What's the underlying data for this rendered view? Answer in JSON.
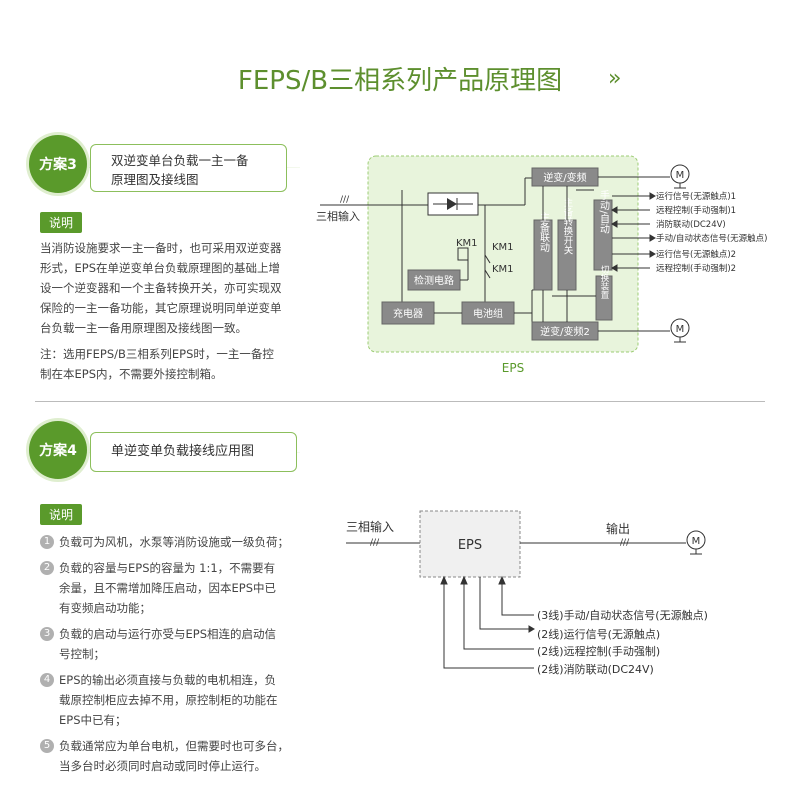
{
  "title": "FEPS/B三相系列产品原理图",
  "title_arrow": "»",
  "scheme3": {
    "badge": "方案3",
    "box_line1": "双逆变单台负载一主一备",
    "box_line2": "原理图及接线图",
    "tag": "说明",
    "para1": [
      "当消防设施要求一主一备时，也可采用双逆变器",
      "形式，EPS在单逆变单台负载原理图的基础上增",
      "设一个逆变器和一个主备转换开关，亦可实现双",
      "保险的一主一备功能，其它原理说明同单逆变单",
      "台负载一主一备用原理图及接线图一致。"
    ],
    "para2": [
      "注：选用FEPS/B三相系列EPS时，一主一备控",
      "制在本EPS内，不需要外接控制箱。"
    ]
  },
  "scheme4": {
    "badge": "方案4",
    "box_text": "单逆变单负载接线应用图",
    "tag": "说明",
    "items": [
      {
        "num": "1",
        "lines": [
          "负载可为风机，水泵等消防设施或一级负荷；"
        ]
      },
      {
        "num": "2",
        "lines": [
          "负载的容量与EPS的容量为 1:1，不需要有",
          "余量，且不需增加降压启动，因本EPS中已",
          "有变频启动功能；"
        ]
      },
      {
        "num": "3",
        "lines": [
          "负载的启动与运行亦受与EPS相连的启动信",
          "号控制；"
        ]
      },
      {
        "num": "4",
        "lines": [
          "EPS的输出必须直接与负载的电机相连，负",
          "载原控制柜应去掉不用，原控制柜的功能在",
          "EPS中已有；"
        ]
      },
      {
        "num": "5",
        "lines": [
          "负载通常应为单台电机，但需要时也可多台，",
          "当多台时必须同时启动或同时停止运行。"
        ]
      }
    ]
  },
  "diagram1": {
    "input_label": "三相输入",
    "inverter1": "逆变/变频",
    "inverter2": "逆变/变频2",
    "main_linkage": "主备联动",
    "main_switch": "主备转换开关",
    "manual_auto": "手动/自动",
    "switch_device": "切换装置",
    "detect": "检测电路",
    "charger": "充电器",
    "battery": "电池组",
    "km1_a": "KM1",
    "km1_b": "KM1",
    "km1_c": "KM1",
    "eps_label": "EPS",
    "motor": "M",
    "signals": [
      "运行信号(无源触点)1",
      "远程控制(手动强制)1",
      "消防联动(DC24V)",
      "手动/自动状态信号(无源触点)",
      "运行信号(无源触点)2",
      "远程控制(手动强制)2"
    ]
  },
  "diagram2": {
    "input_label": "三相输入",
    "eps": "EPS",
    "output_label": "输出",
    "motor": "M",
    "signals": [
      "(3线)手动/自动状态信号(无源触点)",
      "(2线)运行信号(无源触点)",
      "(2线)远程控制(手动强制)",
      "(2线)消防联动(DC24V)"
    ]
  },
  "colors": {
    "accent": "#5a9a2b",
    "title": "#5d8f2e",
    "diagram_bg": "#e8f4dc",
    "box_gray": "#8a8a8a"
  }
}
